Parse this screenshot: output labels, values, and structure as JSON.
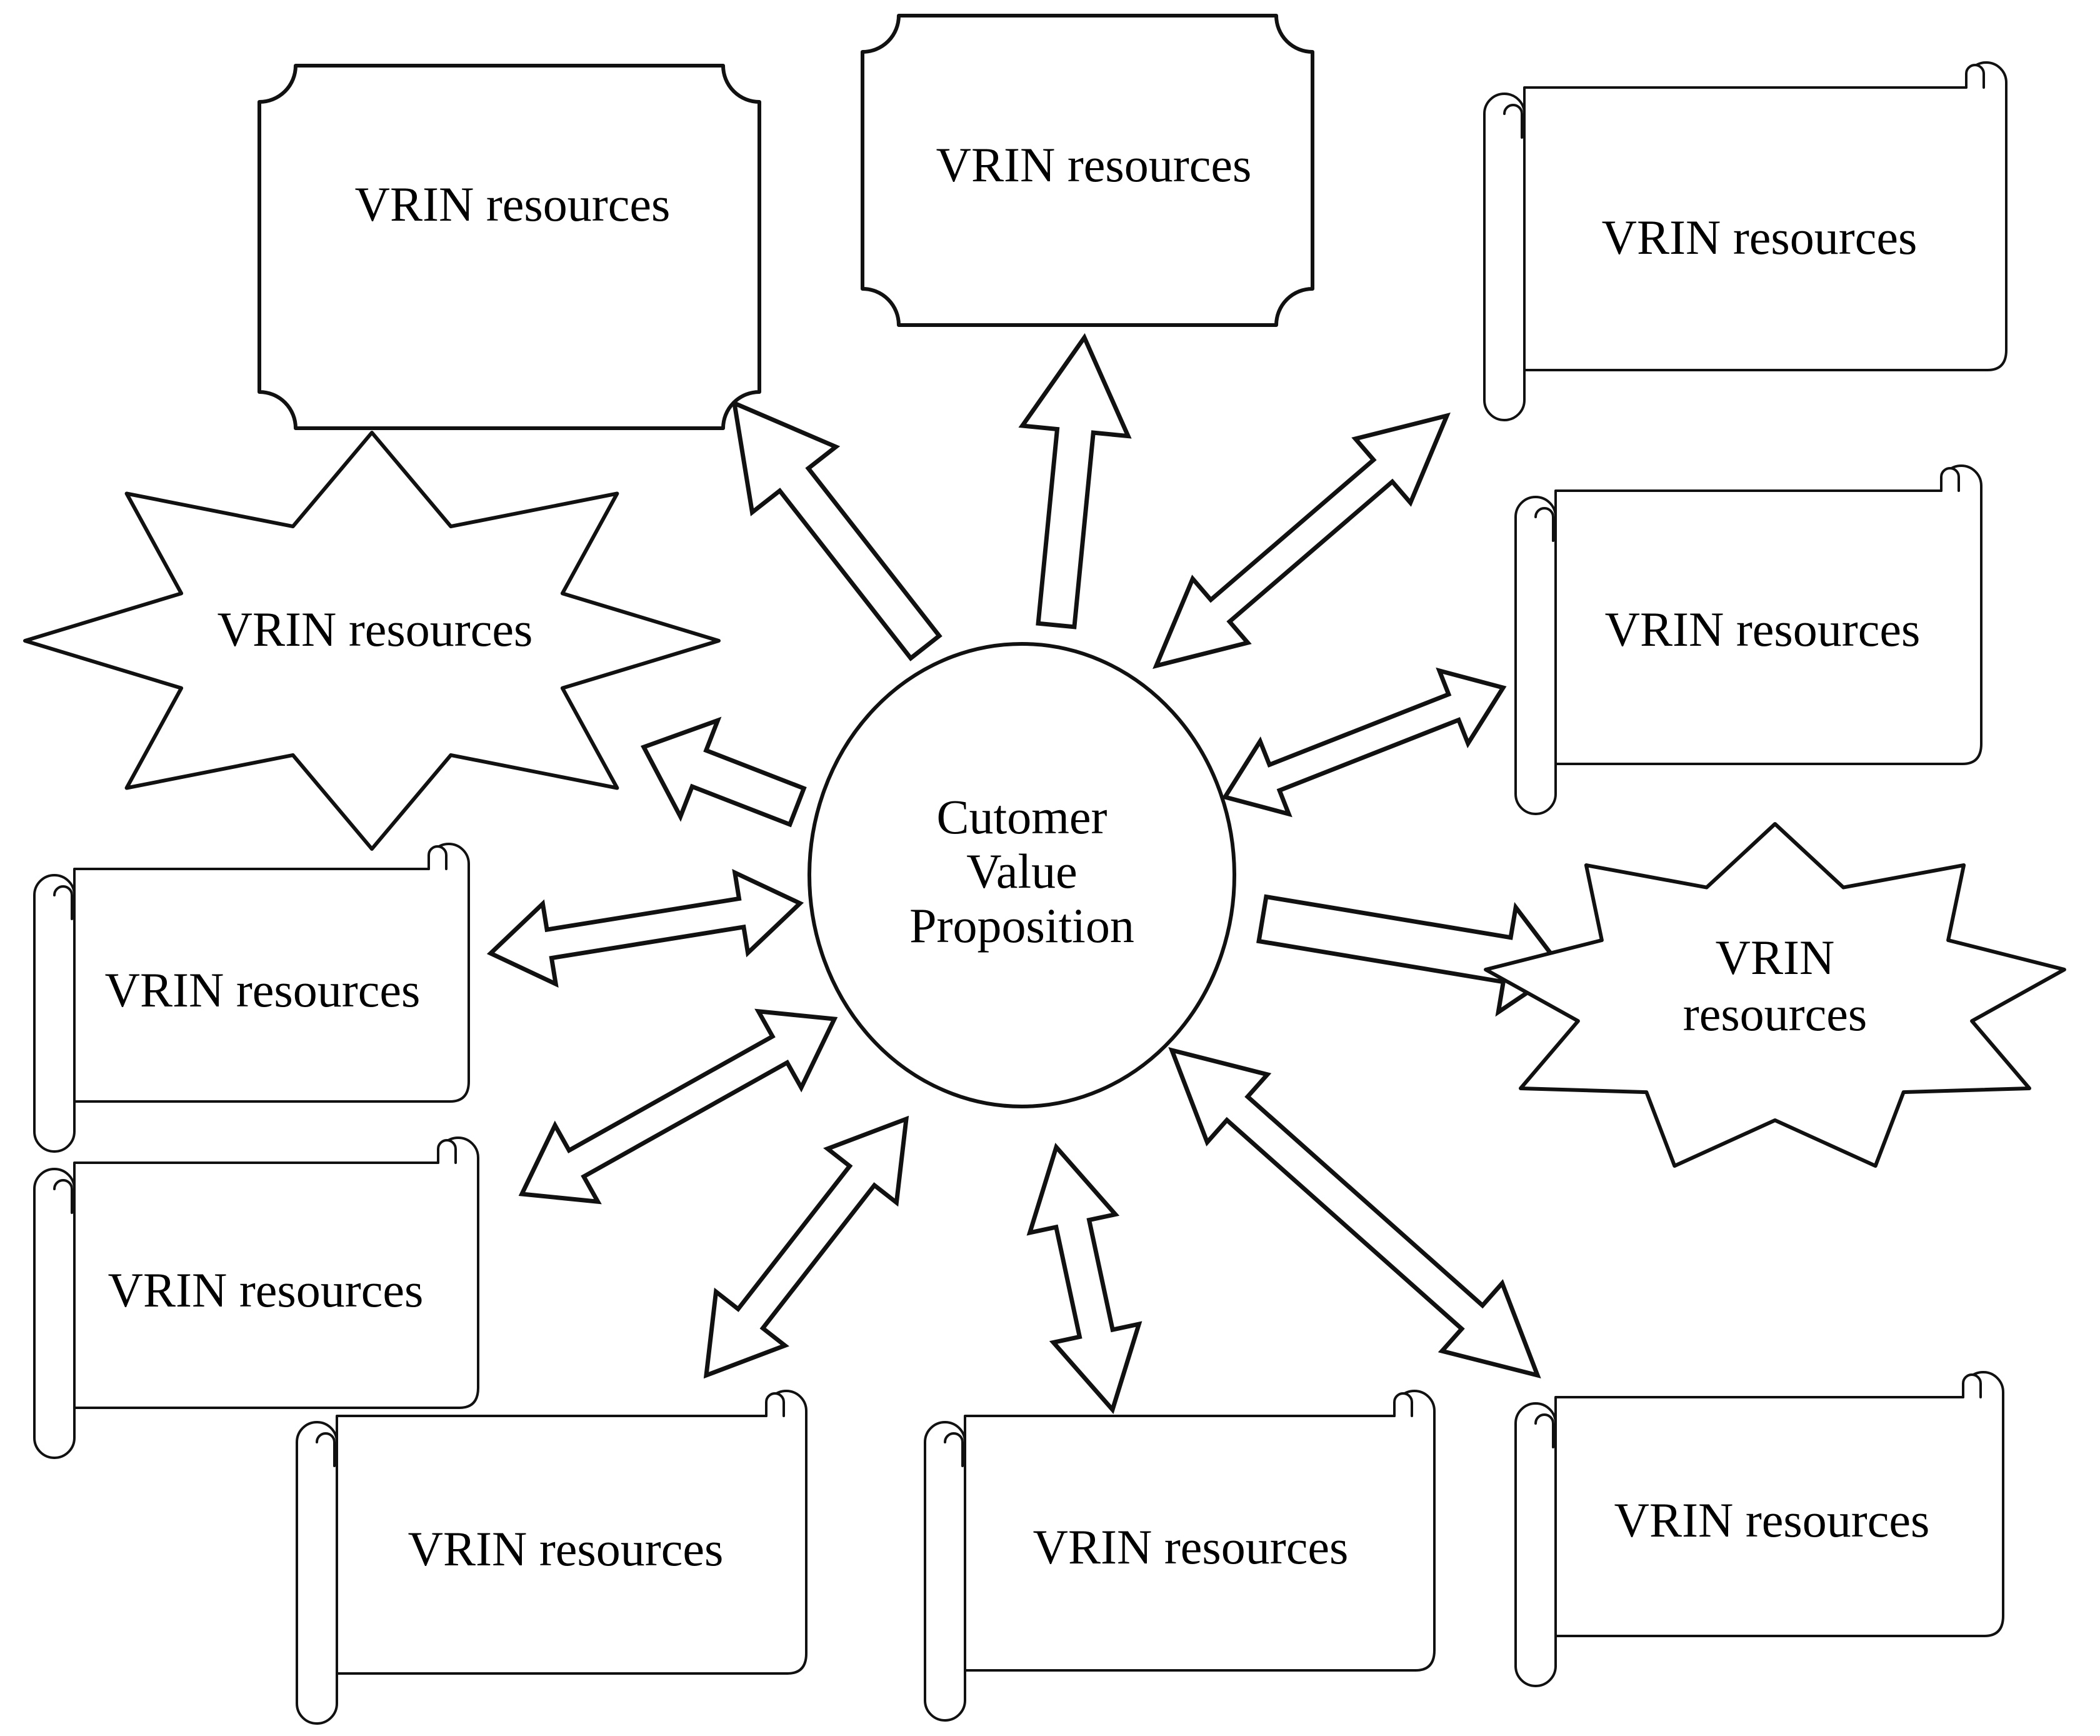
{
  "center": {
    "lines": [
      "Cutomer",
      "Value",
      "Proposition"
    ]
  },
  "resources": [
    {
      "id": "r1",
      "shape": "frame",
      "lines": [
        "VRIN resources"
      ]
    },
    {
      "id": "r2",
      "shape": "frame",
      "lines": [
        "VRIN resources"
      ]
    },
    {
      "id": "r3",
      "shape": "scroll",
      "lines": [
        "VRIN resources"
      ]
    },
    {
      "id": "r4",
      "shape": "star",
      "lines": [
        "VRIN resources"
      ]
    },
    {
      "id": "r5",
      "shape": "scroll",
      "lines": [
        "VRIN resources"
      ]
    },
    {
      "id": "r6",
      "shape": "star",
      "lines": [
        "VRIN",
        "resources"
      ]
    },
    {
      "id": "r7",
      "shape": "scroll",
      "lines": [
        "VRIN resources"
      ]
    },
    {
      "id": "r8",
      "shape": "scroll",
      "lines": [
        "VRIN resources"
      ]
    },
    {
      "id": "r9",
      "shape": "scroll",
      "lines": [
        "VRIN resources"
      ]
    },
    {
      "id": "r10",
      "shape": "scroll",
      "lines": [
        "VRIN resources"
      ]
    },
    {
      "id": "r11",
      "shape": "scroll",
      "lines": [
        "VRIN resources"
      ]
    }
  ],
  "arrows": [
    {
      "target": "r1",
      "kind": "single"
    },
    {
      "target": "r2",
      "kind": "single"
    },
    {
      "target": "r3",
      "kind": "double"
    },
    {
      "target": "r4",
      "kind": "single"
    },
    {
      "target": "r5",
      "kind": "double"
    },
    {
      "target": "r6",
      "kind": "single"
    },
    {
      "target": "r7",
      "kind": "double"
    },
    {
      "target": "r8",
      "kind": "double"
    },
    {
      "target": "r9",
      "kind": "double"
    },
    {
      "target": "r10",
      "kind": "double"
    },
    {
      "target": "r11",
      "kind": "double"
    }
  ]
}
